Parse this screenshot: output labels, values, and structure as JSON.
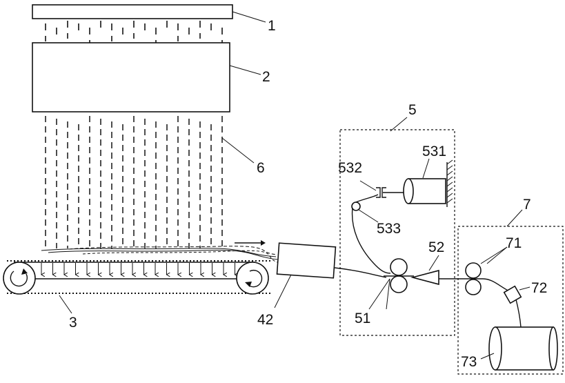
{
  "labels": {
    "l1": "1",
    "l2": "2",
    "l3": "3",
    "l42": "42",
    "l5": "5",
    "l51": "51",
    "l52": "52",
    "l531": "531",
    "l532": "532",
    "l533": "533",
    "l6": "6",
    "l7": "7",
    "l71": "71",
    "l72": "72",
    "l73": "73"
  }
}
